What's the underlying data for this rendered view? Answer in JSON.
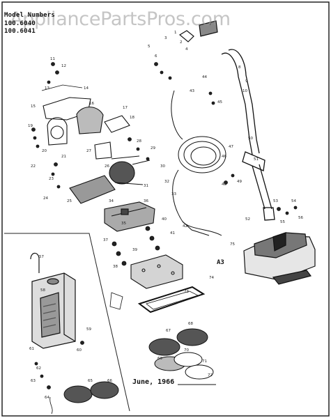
{
  "watermark": "AppliancePartsPros.com",
  "header": {
    "title": "Model Numbers",
    "models": [
      "100.6040",
      "100.6041"
    ]
  },
  "annotation": "A3",
  "date": "June, 1966",
  "part_labels": [
    "1",
    "2",
    "3",
    "4",
    "5",
    "6",
    "7",
    "8",
    "9",
    "10",
    "11",
    "12",
    "13",
    "14",
    "15",
    "16",
    "17",
    "18",
    "19",
    "20",
    "21",
    "22",
    "23",
    "24",
    "25",
    "26",
    "27",
    "28",
    "29",
    "30",
    "31",
    "32",
    "33",
    "34",
    "35",
    "36",
    "37",
    "38",
    "39",
    "40",
    "41",
    "42",
    "43",
    "44",
    "45",
    "46",
    "47",
    "48",
    "49",
    "50",
    "51",
    "52",
    "53",
    "54",
    "55",
    "56",
    "57",
    "58",
    "59",
    "60",
    "61",
    "62",
    "63",
    "64",
    "65",
    "66",
    "67",
    "68",
    "69",
    "70",
    "71",
    "72",
    "73",
    "74",
    "75"
  ]
}
